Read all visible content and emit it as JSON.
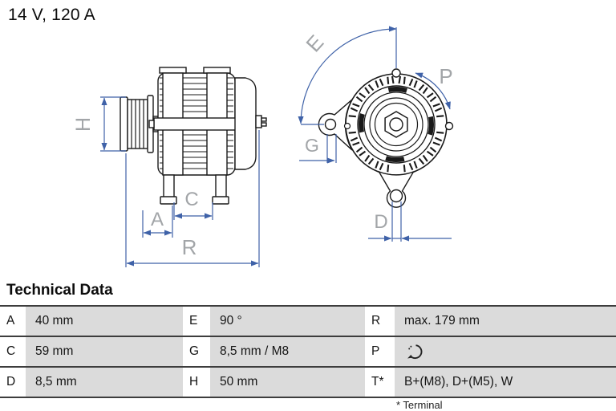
{
  "header": {
    "title": "14 V, 120 A"
  },
  "diagram": {
    "description": "alternator technical drawing, side view with pulley and front view",
    "dimension_line_color": "#3f62a8",
    "dimension_label_color": "#a2a5a8",
    "drawing_line_color": "#1a1a1a",
    "labels": {
      "A": "A",
      "C": "C",
      "D": "D",
      "E": "E",
      "G": "G",
      "H": "H",
      "P": "P",
      "R": "R"
    }
  },
  "technical_data": {
    "heading": "Technical Data",
    "cell_bg": "#dbdbdb",
    "rows": [
      [
        {
          "key": "A",
          "value": "40 mm"
        },
        {
          "key": "E",
          "value": "90 °"
        },
        {
          "key": "R",
          "value": "max. 179 mm"
        }
      ],
      [
        {
          "key": "C",
          "value": "59 mm"
        },
        {
          "key": "G",
          "value": "8,5 mm / M8"
        },
        {
          "key": "P",
          "value_icon": "rotation-direction-ccw"
        }
      ],
      [
        {
          "key": "D",
          "value": "8,5 mm"
        },
        {
          "key": "H",
          "value": "50 mm"
        },
        {
          "key": "T*",
          "value": "B+(M8), D+(M5), W"
        }
      ]
    ],
    "footnote": "* Terminal"
  }
}
